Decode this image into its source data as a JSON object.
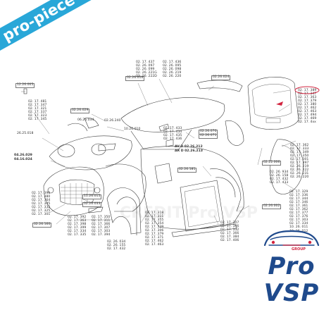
{
  "banner": {
    "text": "pro-piece-vsp.com",
    "color": "#29a7d8"
  },
  "watermark": "CREDIT Pro VSP",
  "logo": {
    "brand_top": "Pro",
    "brand_bottom": "VSP",
    "tag": "GROUP",
    "primary_color": "#1f4a8c",
    "accent_color": "#d2243f"
  },
  "labels": {
    "l12_26_005": "12.26.005",
    "l02_26_029": "02.26.029",
    "l06_26_034": "06.26.034",
    "l26_25_018": "26.25.018",
    "l04_26_029": "04.26.029",
    "l04_16_024": "04.16.024",
    "l02_26_016": "02.26.016",
    "l02_26_240": "02.26.240",
    "l10_26_010": "10.26.010",
    "l02_26_024": "02.26.024",
    "l02_26_070": "02.26.070",
    "l02_26_071": "02.26.071",
    "l02_26_181": "02.26.181",
    "l02_22_006": "02.22.006",
    "l11_26_015": "11.26.015",
    "l02_26_033": "02.26.033",
    "l02_26_160": "02.26.160",
    "l02_26_002": "02.26.002",
    "av_line": "AV D 02.26.212",
    "ar_line": "AR D 02.26.213"
  },
  "groups": {
    "top_left": [
      "02. 17. 481",
      "02. 17. 347",
      "02. 17. 321",
      "02. 17. 337",
      "02. 17. 323",
      "02. 17. 345"
    ],
    "g437": [
      "02. 17. 437",
      "02. 26. 097",
      "02. 26. 099",
      "02. 26. 221G",
      "02. 26. 222D"
    ],
    "g436": [
      "02. 17. 436",
      "02. 26. 095",
      "02. 26. 098",
      "02. 26. 219",
      "02. 26. 220"
    ],
    "rear_door": [
      "02. 17. 389",
      "02. 17. 347",
      "02. 17. 363",
      "02. 17. 379",
      "02. 17. 380",
      "02. 17. 462",
      "02. 17. 463",
      "02. 17. 494",
      "02. 17. 469",
      "02. 17. 4xx"
    ],
    "mid_433": [
      "02. 17. 433",
      "02. 17. 434",
      "02. 17. 435",
      "02. 17. 436"
    ],
    "right_362": [
      "02. 17. 362",
      "02. 17. 333",
      "02. 17. 349",
      "02. 17. 350",
      "02. 17. 301",
      "02. 17. 397",
      "02. 26. 219",
      "02. 26. 222",
      "02. 26. 231",
      "02. 26. 220"
    ],
    "mid_934": [
      "02. 26. 934",
      "02. 26. 158",
      "02. 17. 432",
      "02. 17. 433"
    ],
    "right_329": [
      "02. 17. 329",
      "02. 17. 336",
      "02. 17. 344",
      "02. 17. 346",
      "02. 17. 361",
      "02. 17. 362",
      "02. 17. 377",
      "02. 17. 376",
      "02. 17. 303",
      "02. 17. 334",
      "10. 26. 011",
      "10. 26. 012"
    ],
    "left_396": [
      "02. 17. 396",
      "02. 17. 380",
      "02. 17. 364",
      "02. 17. 345",
      "02. 17. 332",
      "02. 17. 325",
      "02. 17. 301"
    ],
    "g392": [
      "02. 17. 392",
      "02. 17. 363",
      "02. 17. 398",
      "02. 17. 399",
      "02. 17. 334",
      "02. 17. 335"
    ],
    "g350": [
      "02. 17. 350",
      "02. 17. 311",
      "02. 17. 366",
      "02. 17. 307",
      "02. 17. 303",
      "02. 17. 394"
    ],
    "g034": [
      "02. 26. 034",
      "02. 26. 155",
      "02. 17. 432"
    ],
    "g318": [
      "02. 17. 318",
      "02. 17. 311",
      "02. 17. 355",
      "02. 17. 354",
      "02. 17. 339",
      "02. 17. 306",
      "02. 17. 379",
      "02. 17. 371",
      "02. 17. 462",
      "02. 17. 463"
    ],
    "g307": [
      "02. 17. 307",
      "02. 17. 346",
      "02. 17. 332",
      "02. 17. 366",
      "02. 17. 384",
      "02. 17. 406"
    ]
  }
}
